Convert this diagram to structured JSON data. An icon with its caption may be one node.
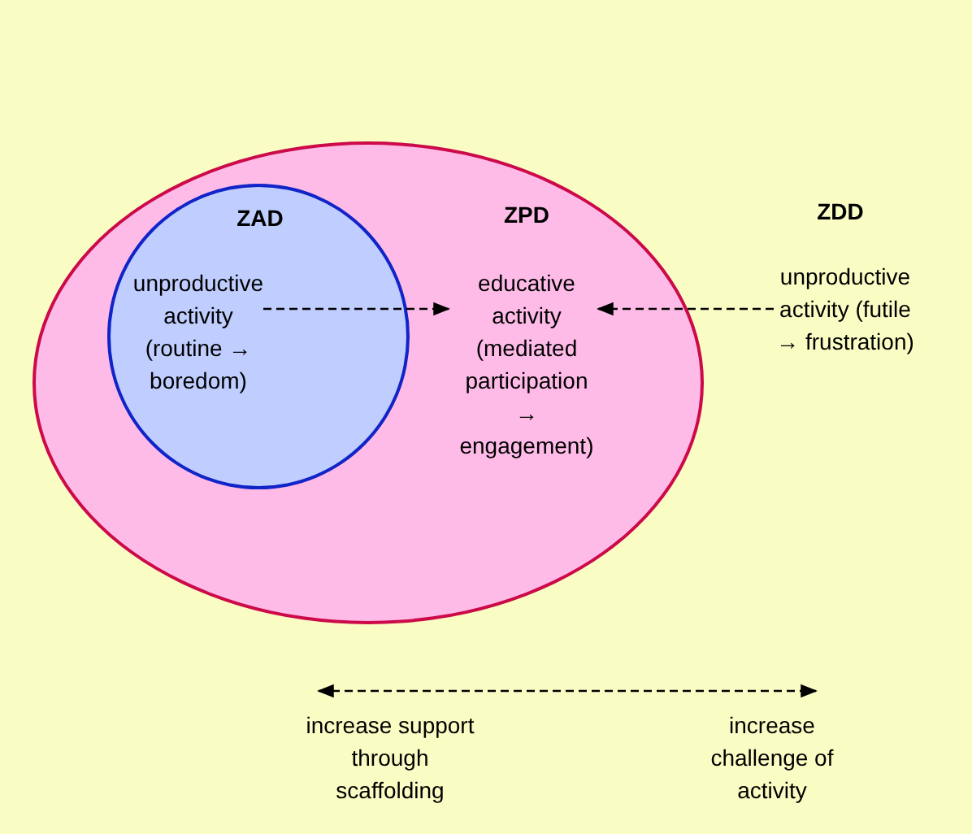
{
  "diagram": {
    "nodes": [
      {
        "text": [
          "ZPD"
        ]
      },
      {
        "text": [
          "ZAD"
        ],
        "in": 0
      },
      {
        "text": [
          "unproductive activity (routine → boredom)"
        ],
        "in": 1
      },
      {
        "text": [
          "educative activity (mediated participation → engagement)"
        ],
        "in": 0
      },
      {
        "text": [
          "unproductive activity (futile → frustration)"
        ]
      }
    ],
    "edges": [
      {
        "from": 2,
        "to": 3,
        "arrow": "to",
        "style": "dashed"
      },
      {
        "from": 4,
        "to": 3,
        "arrow": "to",
        "style": "dashed"
      }
    ],
    "labels": [
      "ZDD",
      "increase support through scaffolding",
      "increase challenge of activity"
    ]
  }
}
